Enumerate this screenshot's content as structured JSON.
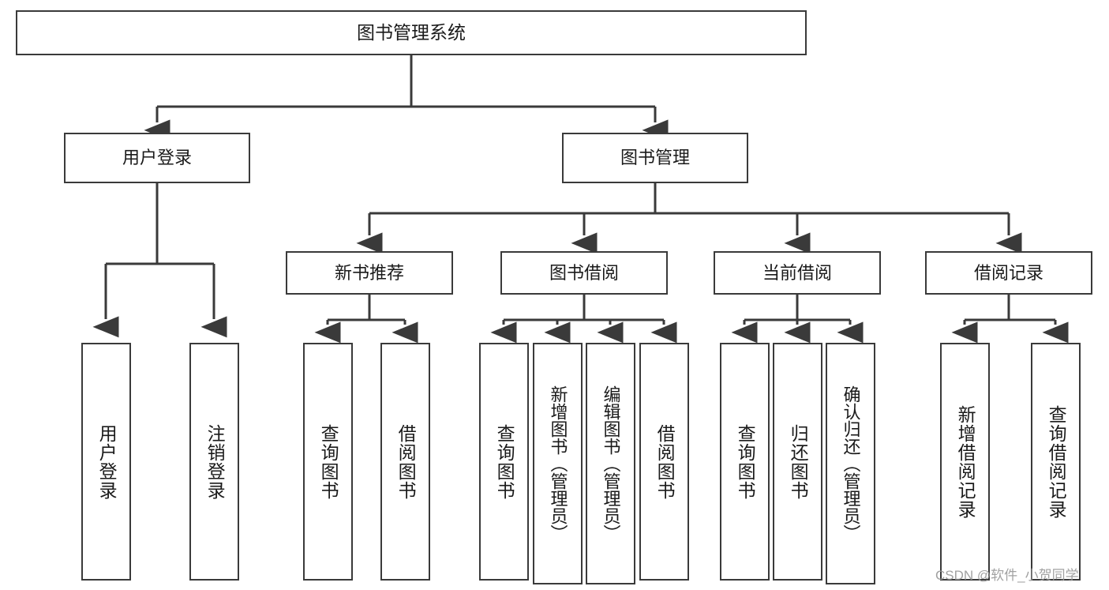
{
  "diagram": {
    "title": "图书管理系统",
    "type": "tree-hierarchy-diagram",
    "colors": {
      "line": "#3a3a3a",
      "box_fill": "#ffffff",
      "text": "#1a1a1a",
      "watermark": "#9a9a9a"
    },
    "nodes": {
      "root": {
        "label": "图书管理系统"
      },
      "level2": [
        {
          "label": "用户登录"
        },
        {
          "label": "图书管理"
        }
      ],
      "level3": [
        {
          "label": "新书推荐"
        },
        {
          "label": "图书借阅"
        },
        {
          "label": "当前借阅"
        },
        {
          "label": "借阅记录"
        }
      ],
      "leaves_user_login": [
        {
          "label": "用户登录"
        },
        {
          "label": "注销登录"
        }
      ],
      "leaves_new_book": [
        {
          "label": "查询图书"
        },
        {
          "label": "借阅图书"
        }
      ],
      "leaves_borrow": [
        {
          "label": "查询图书"
        },
        {
          "label": "新增图书（管理员）"
        },
        {
          "label": "编辑图书（管理员）"
        },
        {
          "label": "借阅图书"
        }
      ],
      "leaves_current": [
        {
          "label": "查询图书"
        },
        {
          "label": "归还图书"
        },
        {
          "label": "确认归还（管理员）"
        }
      ],
      "leaves_records": [
        {
          "label": "新增借阅记录"
        },
        {
          "label": "查询借阅记录"
        }
      ]
    }
  },
  "watermark": {
    "text": "CSDN @软件_小贺同学"
  }
}
